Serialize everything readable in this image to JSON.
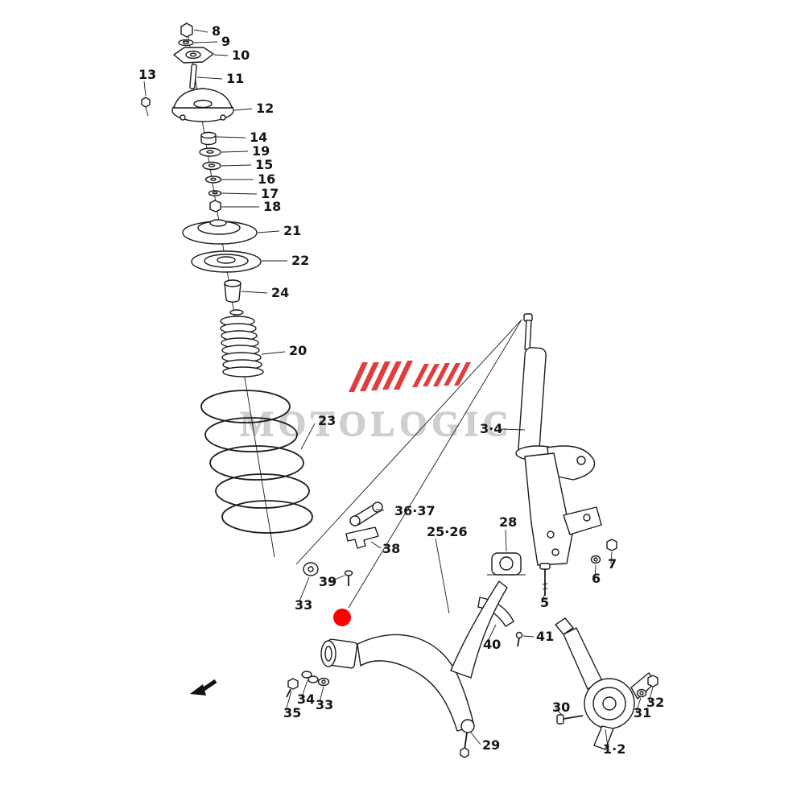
{
  "watermark": {
    "brand": "MOTOLOGIC"
  },
  "colors": {
    "ink": "#1c1c1c",
    "highlight": "#ff0000",
    "logo_red": "#e23c3c",
    "watermark_gray": "#c9c9c9"
  },
  "labels": [
    {
      "text": "8"
    },
    {
      "text": "9"
    },
    {
      "text": "10"
    },
    {
      "text": "11"
    },
    {
      "text": "13"
    },
    {
      "text": "12"
    },
    {
      "text": "14"
    },
    {
      "text": "19"
    },
    {
      "text": "15"
    },
    {
      "text": "16"
    },
    {
      "text": "17"
    },
    {
      "text": "18"
    },
    {
      "text": "21"
    },
    {
      "text": "22"
    },
    {
      "text": "24"
    },
    {
      "text": "20"
    },
    {
      "text": "23"
    },
    {
      "text": "3·4"
    },
    {
      "text": "36·37"
    },
    {
      "text": "25·26"
    },
    {
      "text": "38"
    },
    {
      "text": "28"
    },
    {
      "text": "39"
    },
    {
      "text": "33"
    },
    {
      "text": "5"
    },
    {
      "text": "7"
    },
    {
      "text": "6"
    },
    {
      "text": "40"
    },
    {
      "text": "41"
    },
    {
      "text": "34"
    },
    {
      "text": "33"
    },
    {
      "text": "35"
    },
    {
      "text": "29"
    },
    {
      "text": "30"
    },
    {
      "text": "1·2"
    },
    {
      "text": "31"
    },
    {
      "text": "32"
    }
  ]
}
